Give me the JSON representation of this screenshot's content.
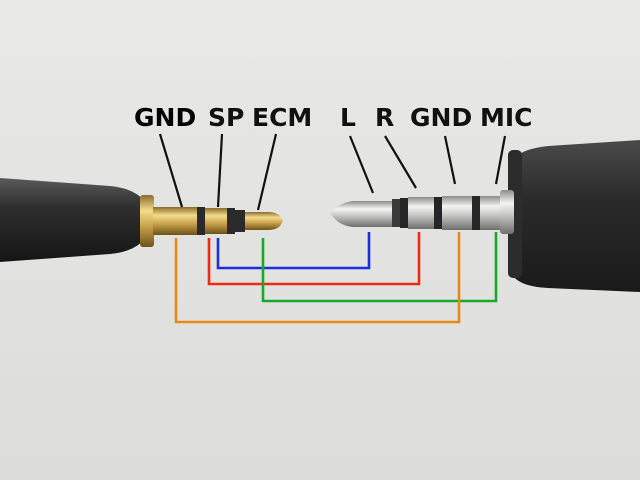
{
  "labels": {
    "left_plug": {
      "gnd": "GND",
      "sp": "SP",
      "ecm": "ECM"
    },
    "right_plug": {
      "l": "L",
      "r": "R",
      "gnd": "GND",
      "mic": "MIC"
    }
  },
  "wire_colors": {
    "blue": "#1a2fe0",
    "red": "#ef2a12",
    "green": "#19a82a",
    "orange": "#e58a14"
  },
  "connections": [
    {
      "from": "SP",
      "to": "L",
      "color": "blue"
    },
    {
      "from": "SP",
      "to": "R",
      "color": "red"
    },
    {
      "from": "ECM",
      "to": "MIC",
      "color": "green"
    },
    {
      "from": "GND",
      "to": "GND",
      "color": "orange"
    }
  ]
}
